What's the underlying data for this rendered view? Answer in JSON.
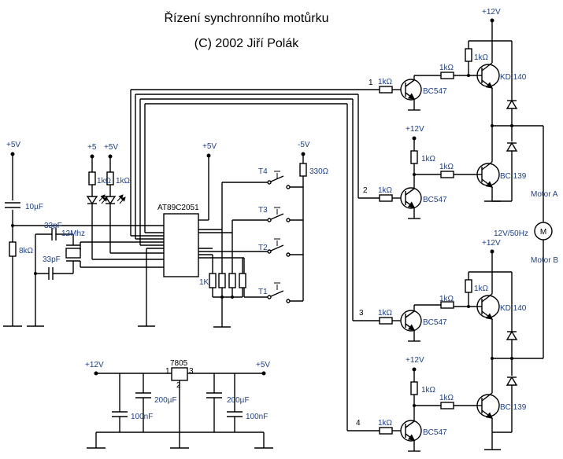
{
  "title": "Řízení synchronního motůrku",
  "subtitle": "(C) 2002 Jiří Polák",
  "supply": {
    "p12_top": "+12V",
    "p12_mid": "+12V",
    "p12_q2": "+12V",
    "p12_q4": "+12V",
    "p12_reg": "+12V",
    "p5_left": "+5V",
    "p5_led1": "+5",
    "p5_led2": "+5V",
    "p5_mcu": "+5V",
    "p5_reg": "+5V",
    "m5": "-5V"
  },
  "mcu": {
    "name": "AT89C2051"
  },
  "regulator": {
    "name": "7805",
    "pin1": "1",
    "pin2": "2",
    "pin3": "3"
  },
  "left": {
    "c_10u": "10µF",
    "r_8k": "8kΩ",
    "c_33p_a": "33pF",
    "c_33p_b": "33pF",
    "crystal": "12Mhz",
    "r_led1": "1kΩ",
    "r_led2": "1kΩ"
  },
  "switches": {
    "t1": "T1",
    "t2": "T2",
    "t3": "T3",
    "t4": "T4",
    "r_330": "330Ω",
    "r_1k": "1K"
  },
  "channels": [
    {
      "num": "1",
      "r_base": "1kΩ",
      "transistor": "BC547"
    },
    {
      "num": "2",
      "r_base": "1kΩ",
      "transistor": "BC547"
    },
    {
      "num": "3",
      "r_base": "1kΩ",
      "transistor": "BC547"
    },
    {
      "num": "4",
      "r_base": "1kΩ",
      "transistor": "BC547"
    }
  ],
  "driver": {
    "r_up": "1kΩ",
    "r_coupling": "1kΩ",
    "q_top": "KD 140",
    "q_bottom": "BC 139",
    "r_pull_mid": "1kΩ",
    "r_coupling_mid": "1kΩ"
  },
  "motor": {
    "label_a": "Motor A",
    "label_b": "Motor B",
    "symbol": "M",
    "rating": "12V/50Hz"
  },
  "reg_caps": {
    "c_200u_a": "200µF",
    "c_200u_b": "200µF",
    "c_100n_a": "100nF",
    "c_100n_b": "100nF"
  }
}
